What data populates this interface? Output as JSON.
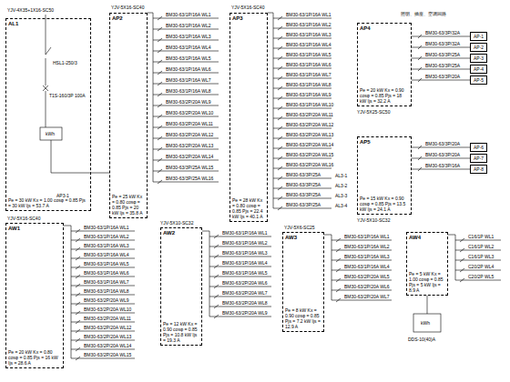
{
  "diagram": {
    "nodes": [
      {
        "text": [
          "AL1",
          "Pe = 30 kW Kx = 1.00 cosφ = 0.85 Pjs = 30 kW Ijs = 53.7 A"
        ]
      },
      {
        "text": [
          "AP2",
          "Pe = 25 kW Kx = 0.80 cosφ = 0.85 Pjs = 20 kW Ijs = 35.8 A"
        ]
      },
      {
        "text": [
          "AP3",
          "Pe = 28 kW Kx = 0.80 cosφ = 0.85 Pjs = 22.4 kW Ijs = 40.1 A"
        ]
      },
      {
        "text": [
          "AP4",
          "Pe = 20 kW Kx = 0.90 cosφ = 0.85 Pjs = 18 kW Ijs = 32.2 A"
        ]
      },
      {
        "text": [
          "AP-1"
        ]
      },
      {
        "text": [
          "AP-2"
        ]
      },
      {
        "text": [
          "AP-3"
        ]
      },
      {
        "text": [
          "AP-4"
        ]
      },
      {
        "text": [
          "AP-5"
        ]
      },
      {
        "text": [
          "AP5",
          "Pe = 15 kW Kx = 0.90 cosφ = 0.85 Pjs = 13.5 kW Ijs = 24.1 A"
        ]
      },
      {
        "text": [
          "AP-6"
        ]
      },
      {
        "text": [
          "AP-7"
        ]
      },
      {
        "text": [
          "AP-8"
        ]
      },
      {
        "text": [
          "AW1",
          "Pe = 20 kW Kx = 0.80 cosφ = 0.85 Pjs = 16 kW Ijs = 28.6 A"
        ]
      },
      {
        "text": [
          "AW2",
          "Pe = 12 kW Kx = 0.90 cosφ = 0.85 Pjs = 10.8 kW Ijs = 19.3 A"
        ]
      },
      {
        "text": [
          "AW3",
          "Pe = 8 kW Kx = 0.90 cosφ = 0.85 Pjs = 7.2 kW Ijs = 12.9 A"
        ]
      },
      {
        "text": [
          "AW4",
          "Pe = 5 kW Kx = 1.00 cosφ = 0.85 Pjs = 5 kW Ijs = 8.9 A"
        ]
      }
    ],
    "edges": [
      {
        "from": 3,
        "to": 4,
        "arrow": "none"
      },
      {
        "from": 3,
        "to": 5,
        "arrow": "none"
      },
      {
        "from": 3,
        "to": 6,
        "arrow": "none"
      },
      {
        "from": 3,
        "to": 7,
        "arrow": "none"
      },
      {
        "from": 3,
        "to": 8,
        "arrow": "none"
      },
      {
        "from": 9,
        "to": 10,
        "arrow": "none"
      },
      {
        "from": 9,
        "to": 11,
        "arrow": "none"
      },
      {
        "from": 9,
        "to": 12,
        "arrow": "none"
      }
    ],
    "labels": [
      "YJV-4X35+1X16-SC50",
      "HSL1-250/3",
      "T1S-160/3P 100A",
      "kWh",
      "AP3-1",
      "YJV-5X16-SC40",
      "BM30-63/1P/16A WL1",
      "BM30-63/1P/16A WL2",
      "BM30-63/1P/16A WL3",
      "BM30-63/1P/16A WL4",
      "BM30-63/1P/16A WL5",
      "BM30-63/1P/16A WL6",
      "BM30-63/1P/16A WL7",
      "BM30-63/1P/16A WL8",
      "BM30-63/2P/20A WL9",
      "BM30-63/2P/20A WL10",
      "BM30-63/2P/20A WL11",
      "BM30-63/2P/20A WL12",
      "BM30-63/2P/20A WL13",
      "BM30-63/2P/20A WL14",
      "BM30-63/3P/25A WL15",
      "BM30-63/3P/25A WL16",
      "YJV-5X16-SC40",
      "BM30-63/1P/16A WL1",
      "BM30-63/1P/16A WL2",
      "BM30-63/1P/16A WL3",
      "BM30-63/1P/16A WL4",
      "BM30-63/1P/16A WL5",
      "BM30-63/1P/16A WL6",
      "BM30-63/1P/16A WL7",
      "BM30-63/1P/16A WL8",
      "BM30-63/1P/16A WL9",
      "BM30-63/1P/16A WL10",
      "BM30-63/2P/20A WL11",
      "BM30-63/2P/20A WL12",
      "BM30-63/2P/20A WL13",
      "BM30-63/2P/20A WL14",
      "BM30-63/2P/20A WL15",
      "BM30-63/2P/20A WL16",
      "BM30-63/3P/25A",
      "BM30-63/3P/25A",
      "BM30-63/3P/25A",
      "BM30-63/3P/25A",
      "AL3-1",
      "AL3-2",
      "AL3-3",
      "AL3-4",
      "照明、插座、空调回路",
      "YJV-5X25-SC50",
      "BM30-63/3P/32A",
      "BM30-63/3P/32A",
      "BM30-63/3P/25A",
      "BM30-63/3P/25A",
      "BM30-63/3P/20A",
      "YJV-5X10-SC32",
      "BM30-63/3P/20A",
      "BM30-63/3P/20A",
      "BM30-63/3P/16A",
      "YJV-5X16-SC40",
      "BM30-63/1P/16A WL1",
      "BM30-63/1P/16A WL2",
      "BM30-63/1P/16A WL3",
      "BM30-63/1P/16A WL4",
      "BM30-63/1P/16A WL5",
      "BM30-63/1P/16A WL6",
      "BM30-63/1P/16A WL7",
      "BM30-63/1P/16A WL8",
      "BM30-63/2P/20A WL9",
      "BM30-63/2P/20A WL10",
      "BM30-63/2P/20A WL11",
      "BM30-63/2P/20A WL12",
      "BM30-63/2P/20A WL13",
      "BM30-63/2P/20A WL14",
      "BM30-63/2P/20A WL15",
      "YJV-5X10-SC32",
      "BM30-63/1P/16A WL1",
      "BM30-63/1P/16A WL2",
      "BM30-63/1P/16A WL3",
      "BM30-63/1P/16A WL4",
      "BM30-63/1P/16A WL5",
      "BM30-63/2P/20A WL6",
      "BM30-63/2P/20A WL7",
      "BM30-63/2P/20A WL8",
      "BM30-63/2P/20A WL9",
      "YJV-5X6-SC25",
      "BM30-63/1P/16A WL1",
      "BM30-63/1P/16A WL2",
      "BM30-63/1P/16A WL3",
      "BM30-63/1P/16A WL4",
      "BM30-63/2P/20A WL5",
      "BM30-63/2P/20A WL6",
      "BM30-63/2P/20A WL7",
      "C16/1P WL1",
      "C16/1P WL2",
      "C16/1P WL3",
      "C20/2P WL4",
      "C20/2P WL5",
      "kWh",
      "DDS-10(40)A"
    ]
  }
}
